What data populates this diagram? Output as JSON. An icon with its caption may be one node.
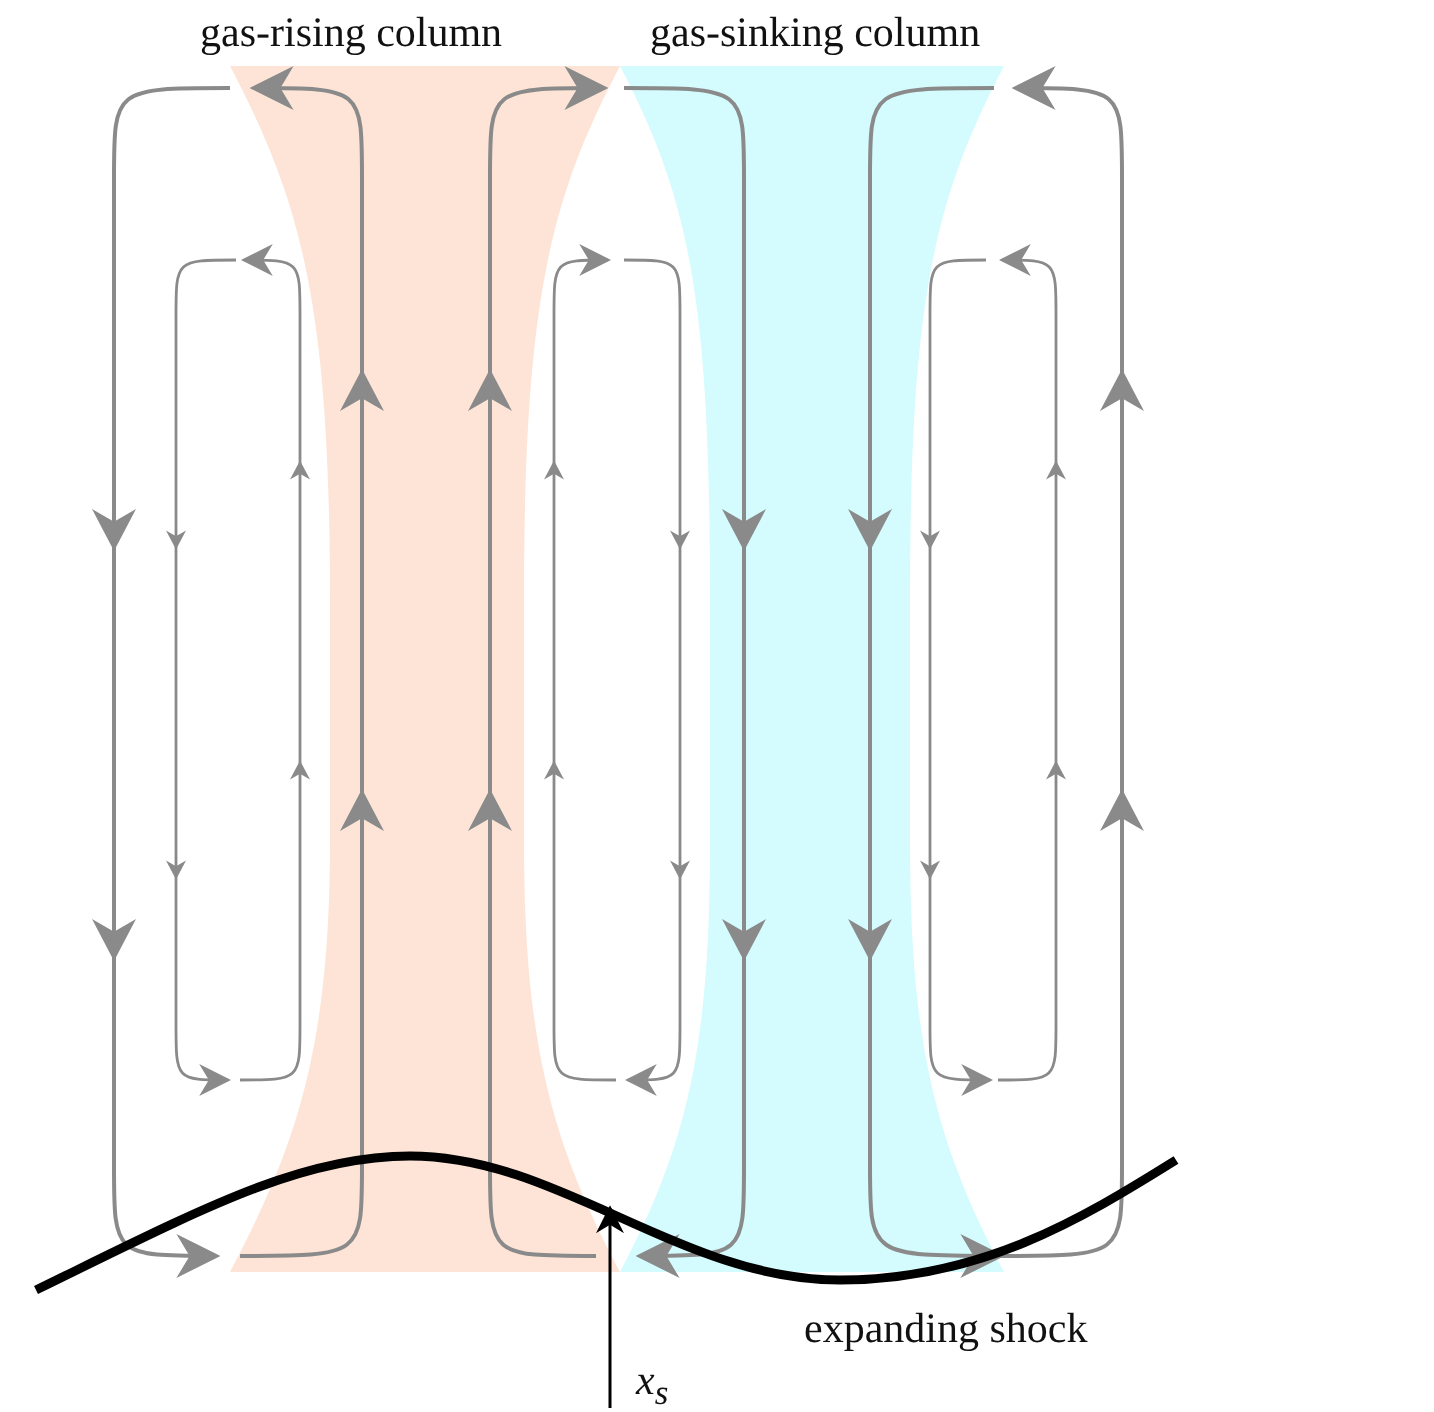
{
  "diagram": {
    "nodes": [
      {
        "text": [
          "x$_{s}$"
        ]
      },
      {
        "text": [],
        "shape": "curve",
        "beside": [
          "expanding shock"
        ]
      }
    ],
    "edges": [
      {
        "from": 0,
        "to": 1,
        "arrow": "to"
      }
    ],
    "labels": [
      "gas-rising column",
      "gas-sinking column"
    ]
  }
}
